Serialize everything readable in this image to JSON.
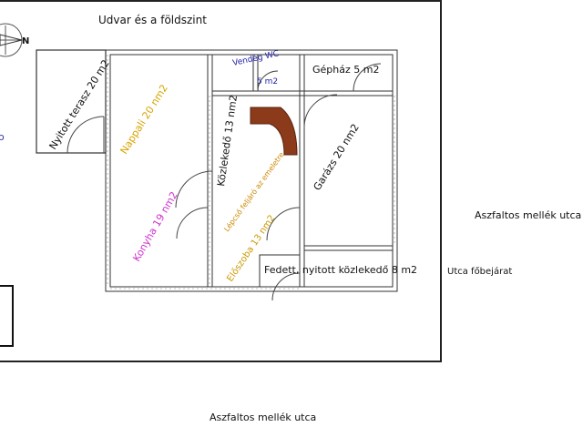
{
  "labels": {
    "title": "Udvar és a földszint",
    "compass_letter": "N",
    "left_edge_fragment": "o",
    "terrace": "Nyitott terasz 20 m2",
    "living": "Nappali 20 nm2",
    "kitchen": "Konyha 19 nm2",
    "wc_line1": "Vendég WC",
    "wc_line2": "5 m2",
    "boiler": "Gépház 5 m2",
    "corridor": "Közlekedő 13 nm2",
    "stairs": "Lépcső feljáró az emeletre",
    "hall": "Előszoba 13 nm2",
    "garage": "Garázs 20 nm2",
    "covered": "Fedett, nyitott közlekedő 8 m2",
    "street_right": "Aszfaltos mellék utca",
    "main_entrance": "Utca főbejárat",
    "street_bottom": "Aszfaltos mellék utca"
  },
  "colors": {
    "wall": "#333333",
    "living_text": "#d9a400",
    "kitchen_text": "#cc33cc",
    "wc_text": "#2222aa",
    "stairs_text": "#cc8800",
    "hall_text": "#cc9900",
    "stair_fill": "#8b3a1a",
    "compass_text": "#3333aa"
  }
}
